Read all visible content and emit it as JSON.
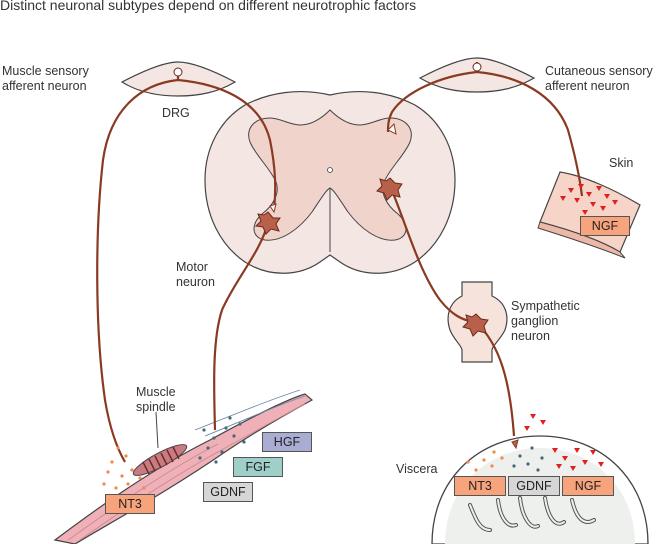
{
  "title": "Distinct neuronal subtypes depend on different neurotrophic factors",
  "labels": {
    "muscle_sensory_line1": "Muscle sensory",
    "muscle_sensory_line2": "afferent neuron",
    "drg": "DRG",
    "cutaneous_line1": "Cutaneous sensory",
    "cutaneous_line2": "afferent neuron",
    "skin": "Skin",
    "motor_line1": "Motor",
    "motor_line2": "neuron",
    "sympathetic_line1": "Sympathetic",
    "sympathetic_line2": "ganglion",
    "sympathetic_line3": "neuron",
    "muscle_spindle_line1": "Muscle",
    "muscle_spindle_line2": "spindle",
    "viscera": "Viscera"
  },
  "factors": {
    "nt3_muscle": "NT3",
    "gdnf_muscle": "GDNF",
    "fgf": "FGF",
    "hgf": "HGF",
    "ngf_skin": "NGF",
    "nt3_viscera": "NT3",
    "gdnf_viscera": "GDNF",
    "ngf_viscera": "NGF"
  },
  "colors": {
    "neuron": "#8a3a22",
    "cord_outer": "#f4e6e2",
    "cord_inner": "#f0d4cc",
    "muscle": "#efb0b8",
    "nt3": "#f7a47c",
    "ngf": "#f7a47c",
    "gdnf": "#d6d6d6",
    "fgf": "#9fcfc9",
    "hgf": "#a9acd3",
    "ngf_dots": "#e02020",
    "nt3_dots": "#f08a4a",
    "gdnf_dots": "#3f6b7a"
  }
}
